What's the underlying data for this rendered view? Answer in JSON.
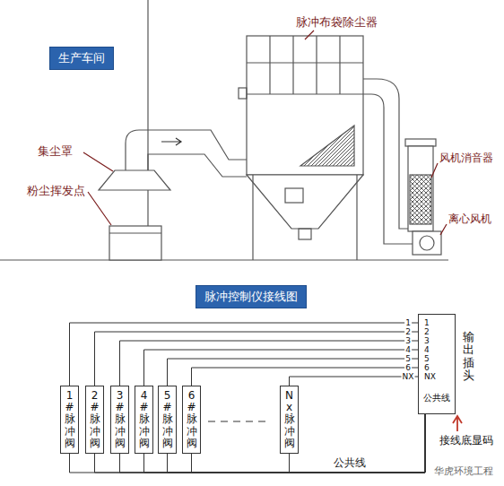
{
  "diagram": {
    "nodes": [
      {
        "text": [
          "生产车间"
        ]
      },
      {
        "text": [
          "脉冲控制仪接线图"
        ]
      },
      {
        "text": [
          "1#脉冲阀"
        ]
      },
      {
        "text": [
          "2#脉冲阀"
        ]
      },
      {
        "text": [
          "3#脉冲阀"
        ]
      },
      {
        "text": [
          "4#脉冲阀"
        ]
      },
      {
        "text": [
          "5#脉冲阀"
        ]
      },
      {
        "text": [
          "6#脉冲阀"
        ]
      },
      {
        "text": [
          "Nx脉冲阀"
        ]
      },
      {
        "text": [
          "输出插头",
          "1",
          "2",
          "3",
          "4",
          "5",
          "6",
          "NX",
          "公共线"
        ]
      }
    ],
    "edges": [
      {
        "from": 2,
        "to": 9,
        "arrow": "none",
        "label": "1"
      },
      {
        "from": 3,
        "to": 9,
        "arrow": "none",
        "label": "2"
      },
      {
        "from": 4,
        "to": 9,
        "arrow": "none",
        "label": "3"
      },
      {
        "from": 5,
        "to": 9,
        "arrow": "none",
        "label": "4"
      },
      {
        "from": 6,
        "to": 9,
        "arrow": "none",
        "label": "5"
      },
      {
        "from": 7,
        "to": 9,
        "arrow": "none",
        "label": "6"
      },
      {
        "from": 8,
        "to": 9,
        "arrow": "none",
        "label": "NX"
      },
      {
        "from": 2,
        "to": 9,
        "arrow": "none"
      },
      {
        "from": 3,
        "to": 9,
        "arrow": "none"
      },
      {
        "from": 4,
        "to": 9,
        "arrow": "none"
      },
      {
        "from": 5,
        "to": 9,
        "arrow": "none"
      },
      {
        "from": 6,
        "to": 9,
        "arrow": "none"
      },
      {
        "from": 7,
        "to": 9,
        "arrow": "none"
      },
      {
        "from": 8,
        "to": 9,
        "arrow": "none",
        "label": "公共线"
      }
    ],
    "labels": [
      "脉冲布袋除尘器",
      "集尘罩",
      "粉尘挥发点",
      "风机消音器",
      "离心风机",
      "接线底显码",
      "华虎环境工程"
    ]
  }
}
